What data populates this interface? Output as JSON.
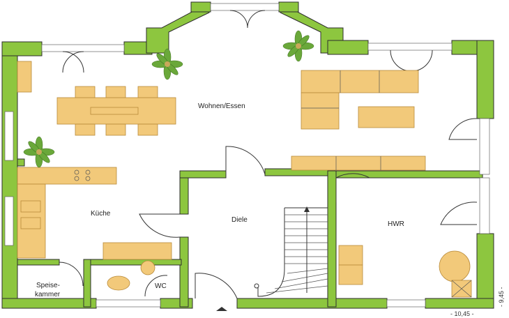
{
  "rooms": {
    "wohnen": "Wohnen/Essen",
    "kueche": "Küche",
    "diele": "Diele",
    "hwr": "HWR",
    "speise_line1": "Speise-",
    "speise_line2": "kammer",
    "wc": "WC"
  },
  "dimensions": {
    "width": "- 10,45 -",
    "depth": "- 9,45 -"
  },
  "colors": {
    "wall": "#8dc63f",
    "furniture": "#f2c97a",
    "plant": "#6aa83a"
  }
}
